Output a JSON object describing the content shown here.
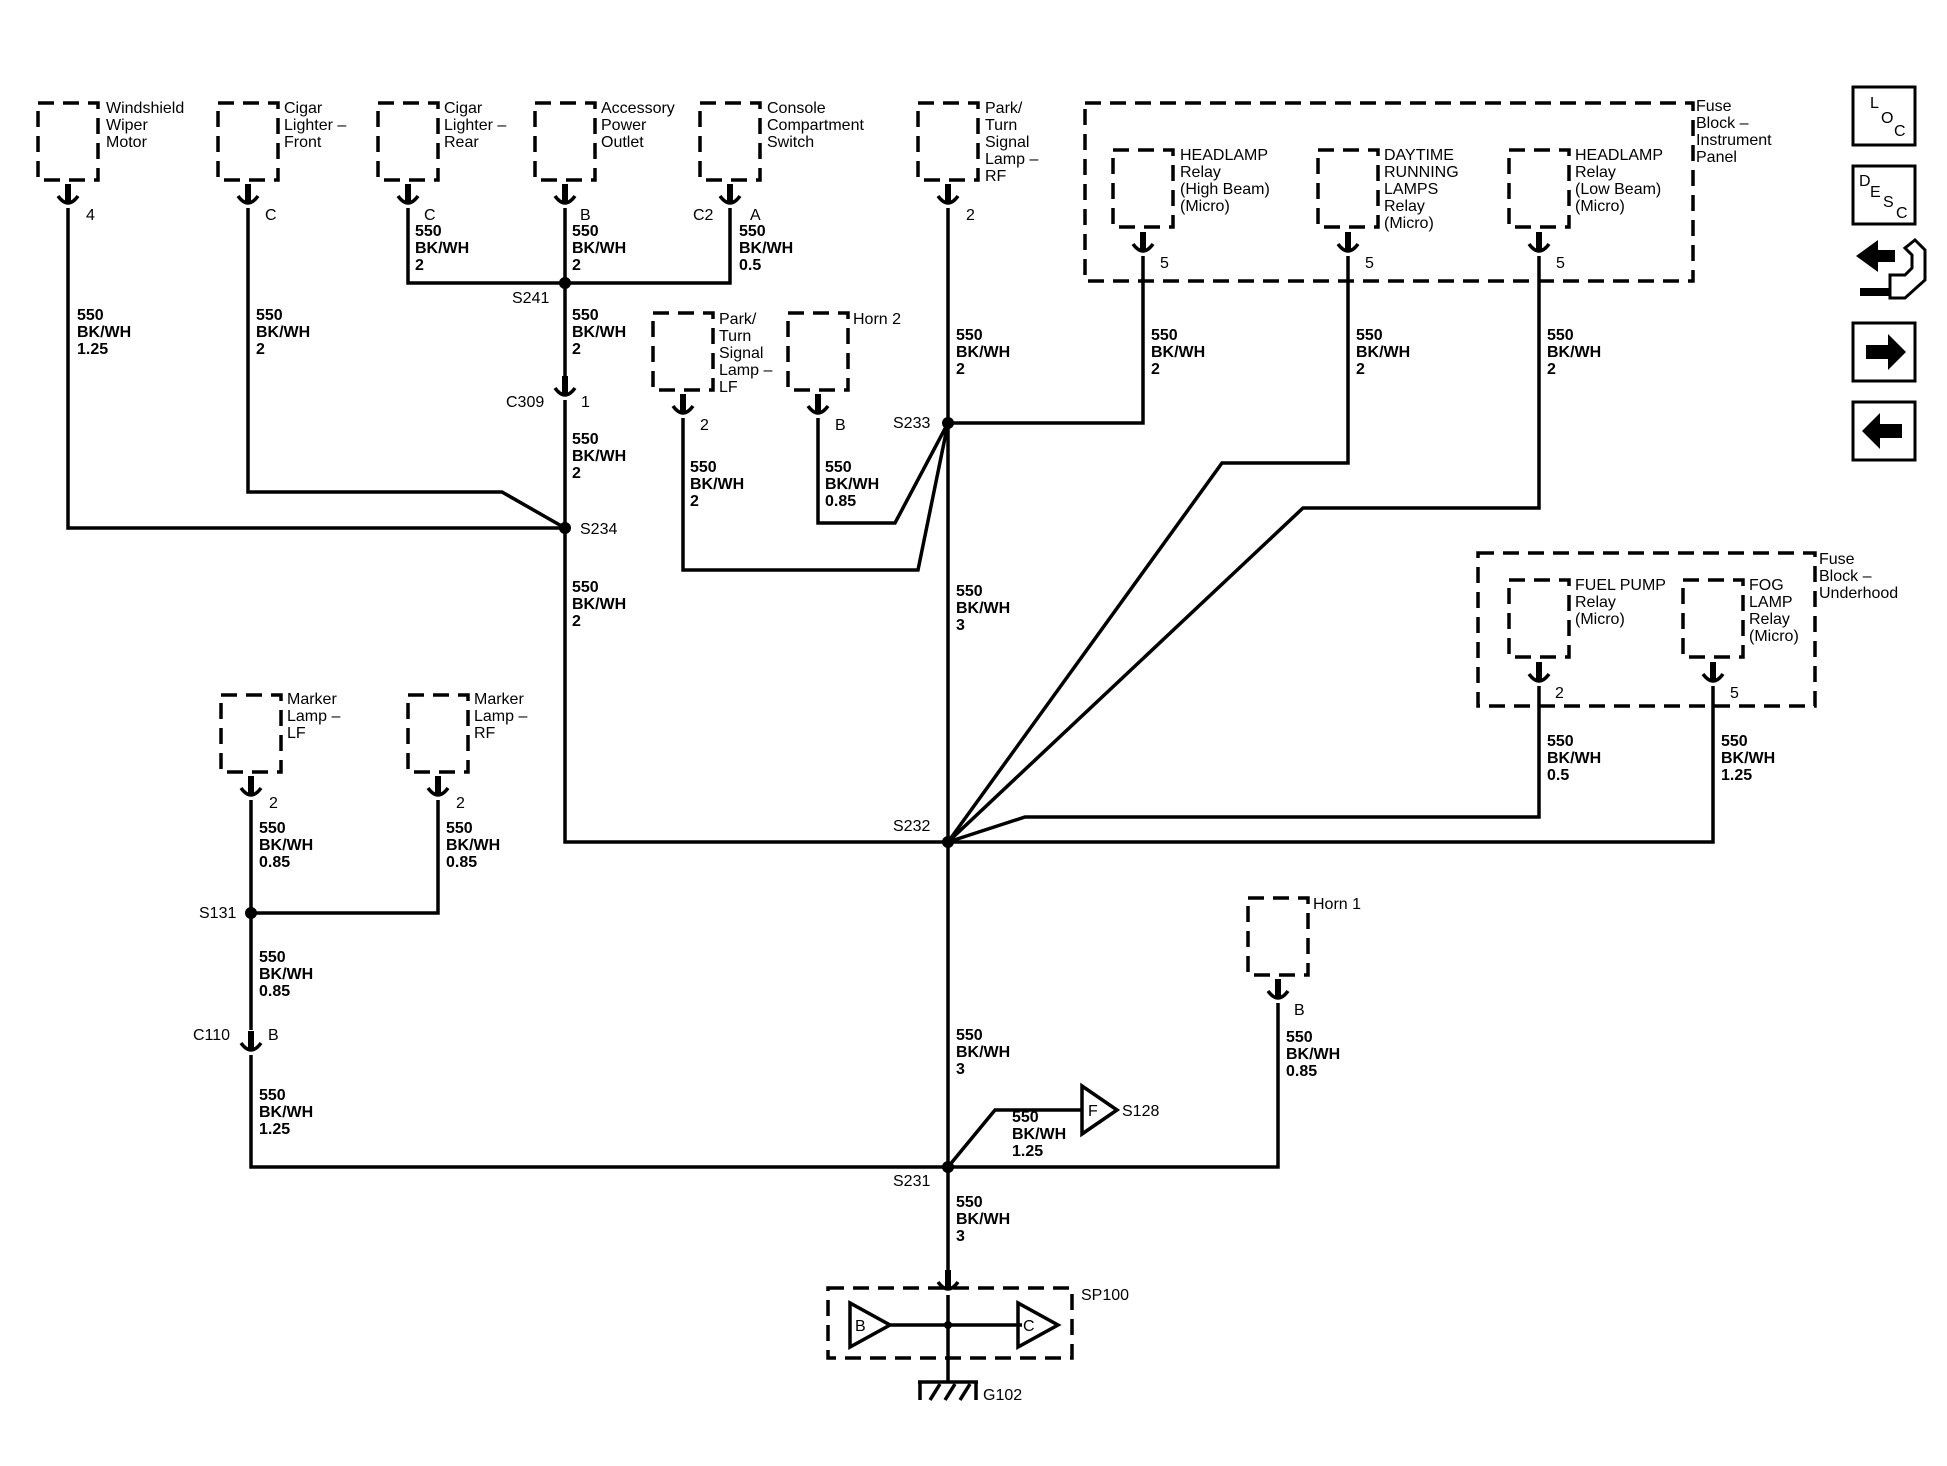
{
  "components": {
    "wiper_motor": [
      "Windshield",
      "Wiper",
      "Motor"
    ],
    "cigar_front": [
      "Cigar",
      "Lighter –",
      "Front"
    ],
    "cigar_rear": [
      "Cigar",
      "Lighter –",
      "Rear"
    ],
    "accessory_outlet": [
      "Accessory",
      "Power",
      "Outlet"
    ],
    "console_switch": [
      "Console",
      "Compartment",
      "Switch"
    ],
    "park_turn_rf": [
      "Park/",
      "Turn",
      "Signal",
      "Lamp –",
      "RF"
    ],
    "park_turn_lf": [
      "Park/",
      "Turn",
      "Signal",
      "Lamp –",
      "LF"
    ],
    "horn2": [
      "Horn 2"
    ],
    "horn1": [
      "Horn 1"
    ],
    "marker_lf": [
      "Marker",
      "Lamp –",
      "LF"
    ],
    "marker_rf": [
      "Marker",
      "Lamp –",
      "RF"
    ],
    "fuse_block_ip": [
      "Fuse",
      "Block –",
      "Instrument",
      "Panel"
    ],
    "headlamp_high": [
      "HEADLAMP",
      "Relay",
      "(High Beam)",
      "(Micro)"
    ],
    "drl_relay": [
      "DAYTIME",
      "RUNNING",
      "LAMPS",
      "Relay",
      "(Micro)"
    ],
    "headlamp_low": [
      "HEADLAMP",
      "Relay",
      "(Low Beam)",
      "(Micro)"
    ],
    "fuse_block_uh": [
      "Fuse",
      "Block –",
      "Underhood"
    ],
    "fuel_pump_relay": [
      "FUEL PUMP",
      "Relay",
      "(Micro)"
    ],
    "fog_relay": [
      "FOG",
      "LAMP",
      "Relay",
      "(Micro)"
    ],
    "sp100": "SP100",
    "g102": "G102"
  },
  "pins": {
    "wiper": "4",
    "cigar_front": "C",
    "cigar_rear": "C",
    "outlet": "B",
    "console_c2": "C2",
    "console_a": "A",
    "rf_lamp": "2",
    "lf_lamp": "2",
    "horn2": "B",
    "horn1": "B",
    "hl_high": "5",
    "drl": "5",
    "hl_low": "5",
    "fuel": "2",
    "fog": "5",
    "marker_lf": "2",
    "marker_rf": "2",
    "c309": "1",
    "c110": "B",
    "sp100_b": "B",
    "sp100_c": "C",
    "s128_f": "F"
  },
  "connectors": {
    "c309": "C309",
    "c110": "C110",
    "c2": "C2"
  },
  "splices": {
    "s241": "S241",
    "s234": "S234",
    "s233": "S233",
    "s232": "S232",
    "s231": "S231",
    "s131": "S131",
    "s128": "S128"
  },
  "wire_labels": {
    "wiper": [
      "550",
      "BK/WH",
      "1.25"
    ],
    "cigar_front": [
      "550",
      "BK/WH",
      "2"
    ],
    "cigar_rear": [
      "550",
      "BK/WH",
      "2"
    ],
    "outlet": [
      "550",
      "BK/WH",
      "2"
    ],
    "console": [
      "550",
      "BK/WH",
      "0.5"
    ],
    "s241_c309": [
      "550",
      "BK/WH",
      "2"
    ],
    "c309_s234": [
      "550",
      "BK/WH",
      "2"
    ],
    "s234_s232": [
      "550",
      "BK/WH",
      "2"
    ],
    "rf_lamp": [
      "550",
      "BK/WH",
      "2"
    ],
    "lf_lamp": [
      "550",
      "BK/WH",
      "2"
    ],
    "horn2": [
      "550",
      "BK/WH",
      "0.85"
    ],
    "hl_high": [
      "550",
      "BK/WH",
      "2"
    ],
    "drl": [
      "550",
      "BK/WH",
      "2"
    ],
    "hl_low": [
      "550",
      "BK/WH",
      "2"
    ],
    "s233_s232": [
      "550",
      "BK/WH",
      "3"
    ],
    "fuel": [
      "550",
      "BK/WH",
      "0.5"
    ],
    "fog": [
      "550",
      "BK/WH",
      "1.25"
    ],
    "marker_lf": [
      "550",
      "BK/WH",
      "0.85"
    ],
    "marker_rf": [
      "550",
      "BK/WH",
      "0.85"
    ],
    "s131_c110": [
      "550",
      "BK/WH",
      "0.85"
    ],
    "c110_s231": [
      "550",
      "BK/WH",
      "1.25"
    ],
    "s232_s231": [
      "550",
      "BK/WH",
      "3"
    ],
    "s128": [
      "550",
      "BK/WH",
      "1.25"
    ],
    "horn1": [
      "550",
      "BK/WH",
      "0.85"
    ],
    "s231_sp100": [
      "550",
      "BK/WH",
      "3"
    ]
  },
  "nav_buttons": {
    "loc": [
      "L",
      "O",
      "C"
    ],
    "desc": [
      "D",
      "E",
      "S",
      "C"
    ]
  },
  "icons": {
    "loc": "loc-icon",
    "desc": "desc-icon",
    "connector": "connector-icon",
    "next": "arrow-right-icon",
    "prev": "arrow-left-icon"
  }
}
